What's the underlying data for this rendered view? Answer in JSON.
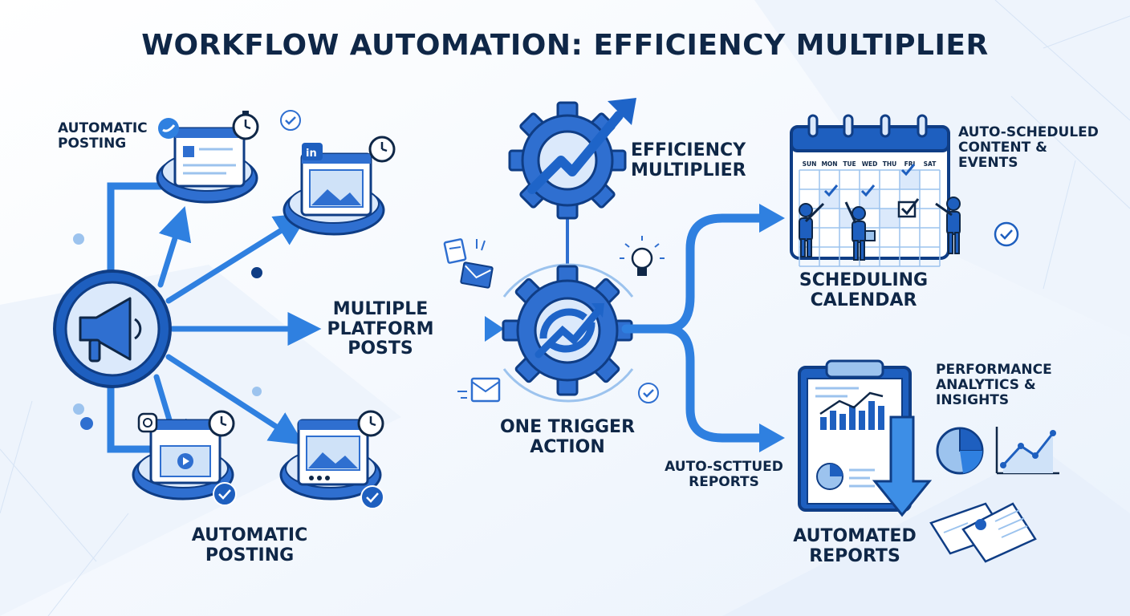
{
  "title": "WORKFLOW AUTOMATION: EFFICIENCY MULTIPLIER",
  "labels": {
    "automatic_posting_top": "AUTOMATIC\nPOSTING",
    "automatic_posting_bottom": "AUTOMATIC\nPOSTING",
    "multiple_platform_posts": "MULTIPLE\nPLATFORM\nPOSTS",
    "efficiency_multiplier": "EFFICIENCY\nMULTIPLIER",
    "one_trigger_action": "ONE TRIGGER\nACTION",
    "scheduling_calendar": "SCHEDULING\nCALENDAR",
    "auto_scheduled_content": "AUTO-SCHEDULED\nCONTENT &\nEVENTS",
    "performance_analytics": "PERFORMANCE\nANALYTICS &\nINSIGHTS",
    "auto_sctued_reports": "AUTO-SCTTUED\nREPORTS",
    "automated_reports": "AUTOMATED\nREPORTS"
  },
  "calendar_days": [
    "SUN",
    "MON",
    "TUE",
    "WED",
    "THU",
    "FRI",
    "SAT"
  ],
  "platform_icons": [
    "twitter-icon",
    "linkedin-icon",
    "instagram-icon",
    "pinterest-icon"
  ],
  "colors": {
    "navy": "#0f2747",
    "primary": "#1e64c8",
    "light": "#dbe9fb",
    "accent": "#3d8ee6"
  }
}
